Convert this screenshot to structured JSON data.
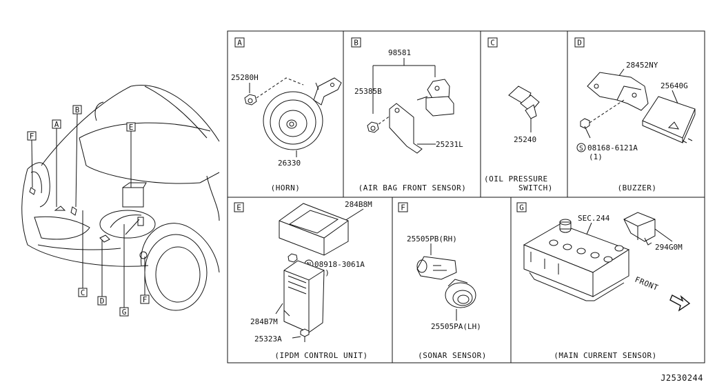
{
  "diagram_ref": "J2530244",
  "overview_labels": {
    "A": "A",
    "B": "B",
    "C": "C",
    "D": "D",
    "E": "E",
    "F1": "F",
    "F2": "F",
    "G": "G"
  },
  "sections": [
    {
      "letter": "A",
      "caption": "(HORN)",
      "parts": [
        "25280H",
        "26330"
      ]
    },
    {
      "letter": "B",
      "caption": "(AIR BAG FRONT SENSOR)",
      "parts": [
        "98581",
        "25385B",
        "25231L"
      ]
    },
    {
      "letter": "C",
      "caption_line1": "(OIL PRESSURE",
      "caption_line2": "SWITCH)",
      "parts": [
        "25240"
      ]
    },
    {
      "letter": "D",
      "caption": "(BUZZER)",
      "parts": [
        "28452NY",
        "25640G",
        "08168-6121A",
        "(1)"
      ],
      "circle_mark": "S"
    },
    {
      "letter": "E",
      "caption": "(IPDM CONTROL UNIT)",
      "parts": [
        "284B8M",
        "08918-3061A",
        "(1)",
        "284B7M",
        "25323A"
      ],
      "circle_mark": "N"
    },
    {
      "letter": "F",
      "caption": "(SONAR SENSOR)",
      "parts": [
        "25505PB(RH)",
        "25505PA(LH)"
      ]
    },
    {
      "letter": "G",
      "caption": "(MAIN CURRENT SENSOR)",
      "parts": [
        "SEC.244",
        "294G0M"
      ],
      "arrow_label": "FRONT"
    }
  ]
}
